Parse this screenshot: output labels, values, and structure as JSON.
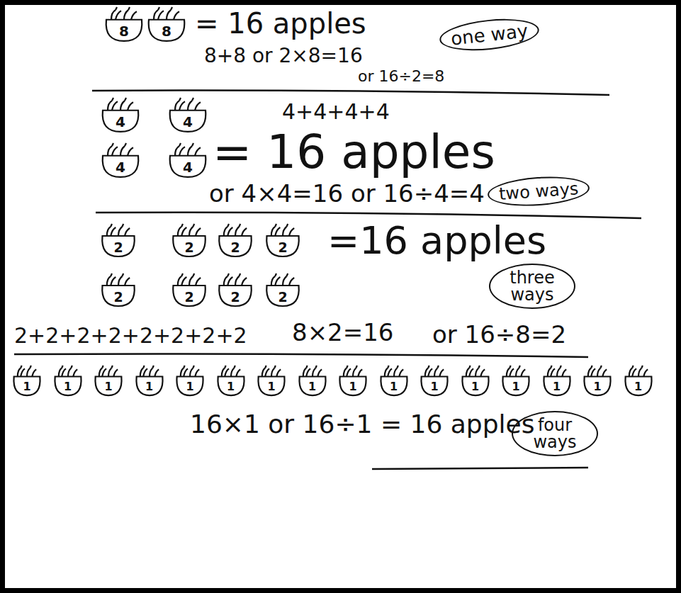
{
  "diagram": {
    "nodes": [
      {
        "text": [
          "8"
        ]
      },
      {
        "text": [
          "8"
        ]
      },
      {
        "text": [
          "one way"
        ]
      },
      {
        "text": [
          "4"
        ]
      },
      {
        "text": [
          "4"
        ]
      },
      {
        "text": [
          "4"
        ]
      },
      {
        "text": [
          "4"
        ]
      },
      {
        "text": [
          "two ways"
        ]
      },
      {
        "text": [
          "2"
        ]
      },
      {
        "text": [
          "2"
        ]
      },
      {
        "text": [
          "2"
        ]
      },
      {
        "text": [
          "2"
        ]
      },
      {
        "text": [
          "2"
        ]
      },
      {
        "text": [
          "2"
        ]
      },
      {
        "text": [
          "2"
        ]
      },
      {
        "text": [
          "2"
        ]
      },
      {
        "text": [
          "three ways"
        ]
      },
      {
        "text": [
          "1"
        ]
      },
      {
        "text": [
          "1"
        ]
      },
      {
        "text": [
          "1"
        ]
      },
      {
        "text": [
          "1"
        ]
      },
      {
        "text": [
          "1"
        ]
      },
      {
        "text": [
          "1"
        ]
      },
      {
        "text": [
          "1"
        ]
      },
      {
        "text": [
          "1"
        ]
      },
      {
        "text": [
          "1"
        ]
      },
      {
        "text": [
          "1"
        ]
      },
      {
        "text": [
          "1"
        ]
      },
      {
        "text": [
          "1"
        ]
      },
      {
        "text": [
          "1"
        ]
      },
      {
        "text": [
          "1"
        ]
      },
      {
        "text": [
          "1"
        ]
      },
      {
        "text": [
          "1"
        ]
      },
      {
        "text": [
          "four ways"
        ]
      }
    ],
    "labels": [
      "= 16 apples",
      "8+8 or 2×8=16",
      "or 16÷2=8",
      "4+4+4+4",
      "= 16 apples",
      "or 4×4=16 or 16÷4=4",
      "=16 apples",
      "2+2+2+2+2+2+2+2",
      "8×2=16",
      "or 16÷8=2",
      "16×1 or 16÷1 = 16 apples"
    ]
  }
}
